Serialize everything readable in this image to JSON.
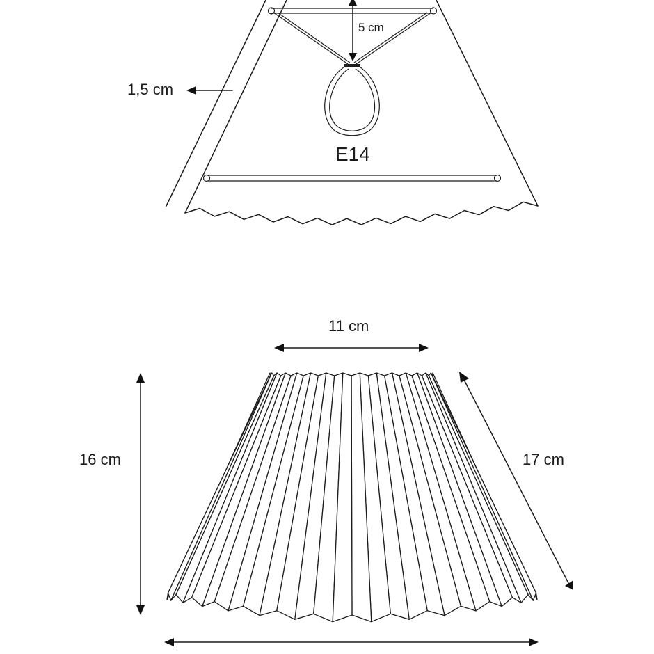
{
  "top_view": {
    "loop_drop_label": "5 cm",
    "frame_inset_label": "1,5 cm",
    "socket_label": "E14"
  },
  "shade_view": {
    "top_diameter_label": "11 cm",
    "height_label": "16 cm",
    "slant_label": "17 cm"
  },
  "colors": {
    "line": "#1c1c1c",
    "background": "#ffffff"
  }
}
